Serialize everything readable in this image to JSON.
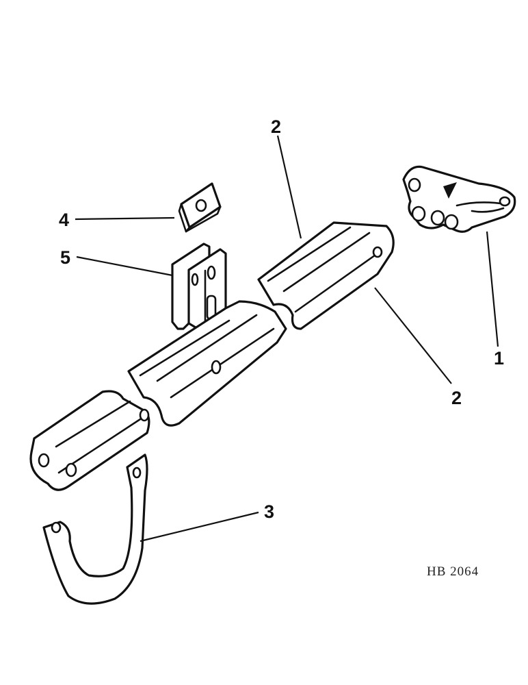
{
  "callouts": [
    {
      "id": "callout-2-top",
      "label": "2"
    },
    {
      "id": "callout-4",
      "label": "4"
    },
    {
      "id": "callout-5",
      "label": "5"
    },
    {
      "id": "callout-1",
      "label": "1"
    },
    {
      "id": "callout-2-right",
      "label": "2"
    },
    {
      "id": "callout-3",
      "label": "3"
    }
  ],
  "reference_code": "HB 2064",
  "colors": {
    "line": "#111111",
    "background": "#ffffff"
  }
}
